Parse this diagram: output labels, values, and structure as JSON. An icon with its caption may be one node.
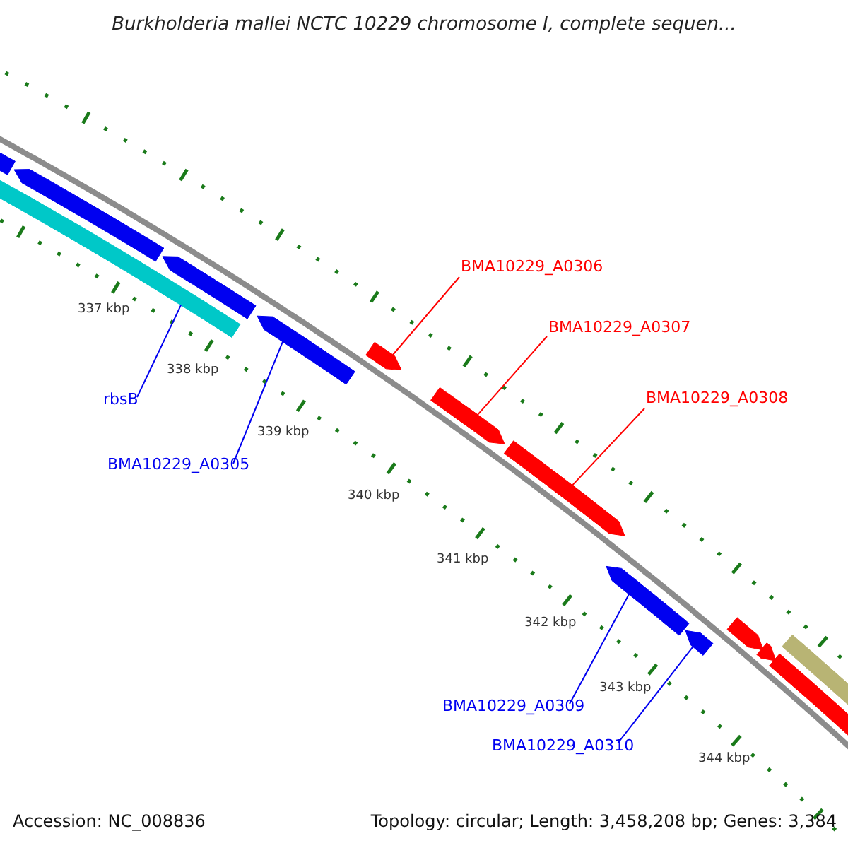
{
  "diagram": {
    "title": "Burkholderia mallei NCTC 10229 chromosome I, complete sequen...",
    "nodes": [
      {
        "text": [],
        "shape": "arrow"
      },
      {
        "text": [],
        "shape": "arrow"
      },
      {
        "text": [],
        "shape": "arrow"
      },
      {
        "text": [],
        "shape": "arrow"
      },
      {
        "text": [],
        "shape": "arrow"
      },
      {
        "text": [],
        "shape": "arrow"
      },
      {
        "text": [],
        "shape": "arrow"
      },
      {
        "text": [],
        "shape": "arrow"
      },
      {
        "text": [],
        "shape": "arrow"
      },
      {
        "text": [],
        "shape": "arrow"
      },
      {
        "text": [],
        "shape": "arrow"
      },
      {
        "text": [],
        "shape": "arrow"
      },
      {
        "text": [],
        "shape": "arrow"
      },
      {
        "text": [],
        "shape": "bar"
      },
      {
        "text": [
          "BMA10229_A0306"
        ]
      },
      {
        "text": [
          "BMA10229_A0307"
        ]
      },
      {
        "text": [
          "BMA10229_A0308"
        ]
      },
      {
        "text": [
          "rbsB"
        ]
      },
      {
        "text": [
          "BMA10229_A0305"
        ]
      },
      {
        "text": [
          "BMA10229_A0309"
        ]
      },
      {
        "text": [
          "BMA10229_A0310"
        ]
      }
    ],
    "edges": [
      {
        "from": 14,
        "to": 5,
        "arrow": "none",
        "color": "#ff0000"
      },
      {
        "from": 15,
        "to": 6,
        "arrow": "none",
        "color": "#ff0000"
      },
      {
        "from": 16,
        "to": 7,
        "arrow": "none",
        "color": "#ff0000"
      },
      {
        "from": 17,
        "to": 3,
        "arrow": "none"
      },
      {
        "from": 18,
        "to": 4,
        "arrow": "none"
      },
      {
        "from": 19,
        "to": 8,
        "arrow": "none"
      },
      {
        "from": 20,
        "to": 9,
        "arrow": "none"
      }
    ],
    "labels": [
      "337 kbp",
      "338 kbp",
      "339 kbp",
      "340 kbp",
      "341 kbp",
      "342 kbp",
      "343 kbp",
      "344 kbp",
      "Accession: NC_008836",
      "Topology: circular; Length: 3,458,208 bp; Genes: 3,384"
    ]
  }
}
